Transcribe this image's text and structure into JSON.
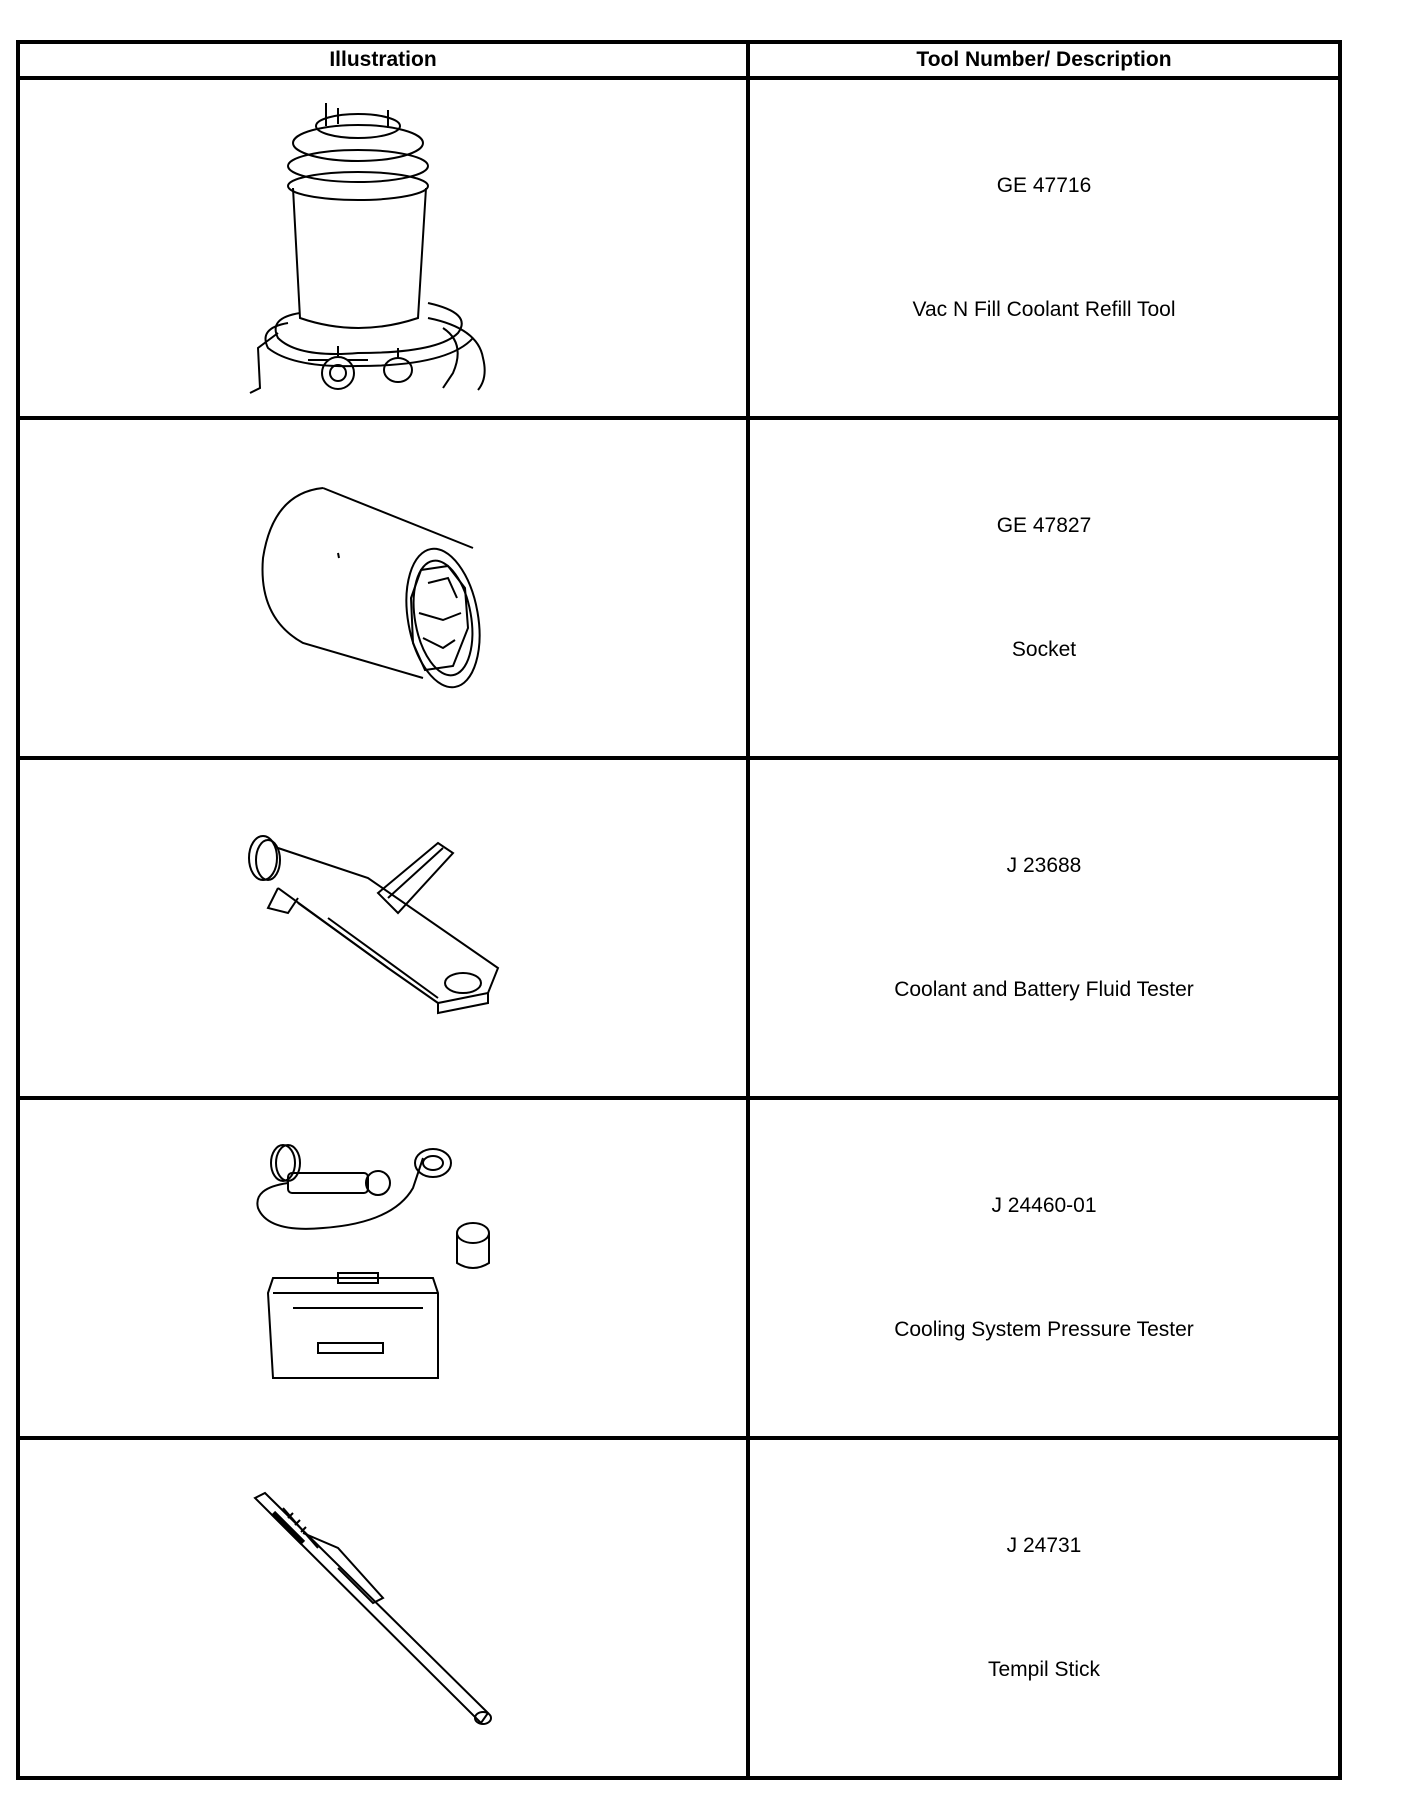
{
  "table": {
    "headers": {
      "illustration": "Illustration",
      "tool": "Tool Number/ Description"
    },
    "rows": [
      {
        "number": "GE 47716",
        "description": "Vac N Fill Coolant Refill Tool",
        "icon": "coolant-refill-tool-icon"
      },
      {
        "number": "GE 47827",
        "description": "Socket",
        "icon": "socket-icon"
      },
      {
        "number": "J 23688",
        "description": "Coolant and Battery Fluid Tester",
        "icon": "fluid-tester-icon"
      },
      {
        "number": "J 24460-01",
        "description": "Cooling System Pressure Tester",
        "icon": "pressure-tester-icon"
      },
      {
        "number": "J 24731",
        "description": "Tempil Stick",
        "icon": "tempil-stick-icon"
      }
    ]
  }
}
